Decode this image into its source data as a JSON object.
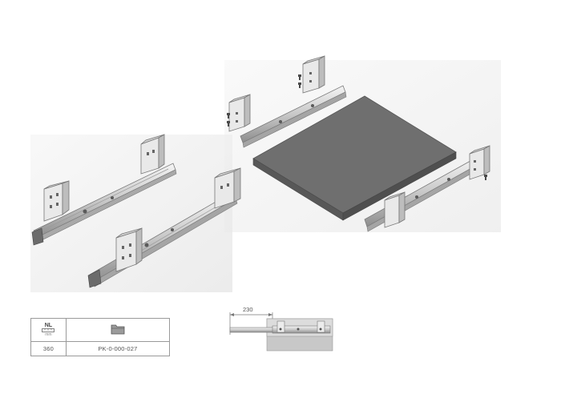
{
  "spec_table": {
    "length_header": "NL",
    "length_unit": "mm",
    "code_header_icon": "folder-icon",
    "length_value": "360",
    "product_code": "PK-0-000-027"
  },
  "dimension": {
    "value": "230"
  }
}
